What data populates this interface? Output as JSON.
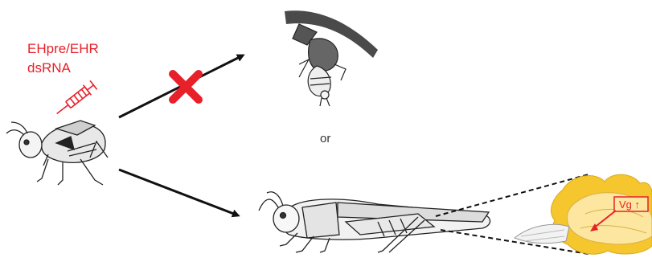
{
  "treatment": {
    "line1": "EHpre/EHR",
    "line2": "dsRNA"
  },
  "outcome_separator": "or",
  "ovary_callout": {
    "label": "Vg ↑"
  },
  "colors": {
    "accent_red": "#e8202a",
    "ovary_yellow": "#fde7a0",
    "ovary_orange": "#f5c62e",
    "branch_brown": "#4a4a4a",
    "line_black": "#111111"
  },
  "icons": {
    "syringe": "syringe-icon",
    "cross": "red-x-icon"
  }
}
